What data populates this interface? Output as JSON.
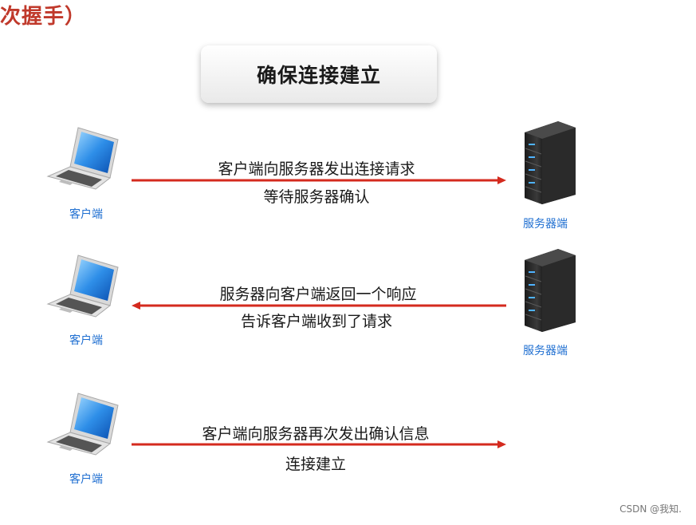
{
  "heading": "次握手）",
  "title": "确保连接建立",
  "steps": [
    {
      "line1": "客户端向服务器发出连接请求",
      "line2": "等待服务器确认",
      "client_label": "客户端",
      "server_label": "服务器端",
      "direction": "client-to-server"
    },
    {
      "line1": "服务器向客户端返回一个响应",
      "line2": "告诉客户端收到了请求",
      "client_label": "客户端",
      "server_label": "服务器端",
      "direction": "server-to-client"
    },
    {
      "line1": "客户端向服务器再次发出确认信息",
      "line2": "连接建立",
      "client_label": "客户端",
      "direction": "client-to-server"
    }
  ],
  "watermark": "CSDN @我知.",
  "colors": {
    "arrow": "#d42a1e",
    "label": "#1f6fd1",
    "heading": "#c0392b"
  },
  "icons": {
    "client": "laptop-icon",
    "server": "server-tower-icon"
  }
}
